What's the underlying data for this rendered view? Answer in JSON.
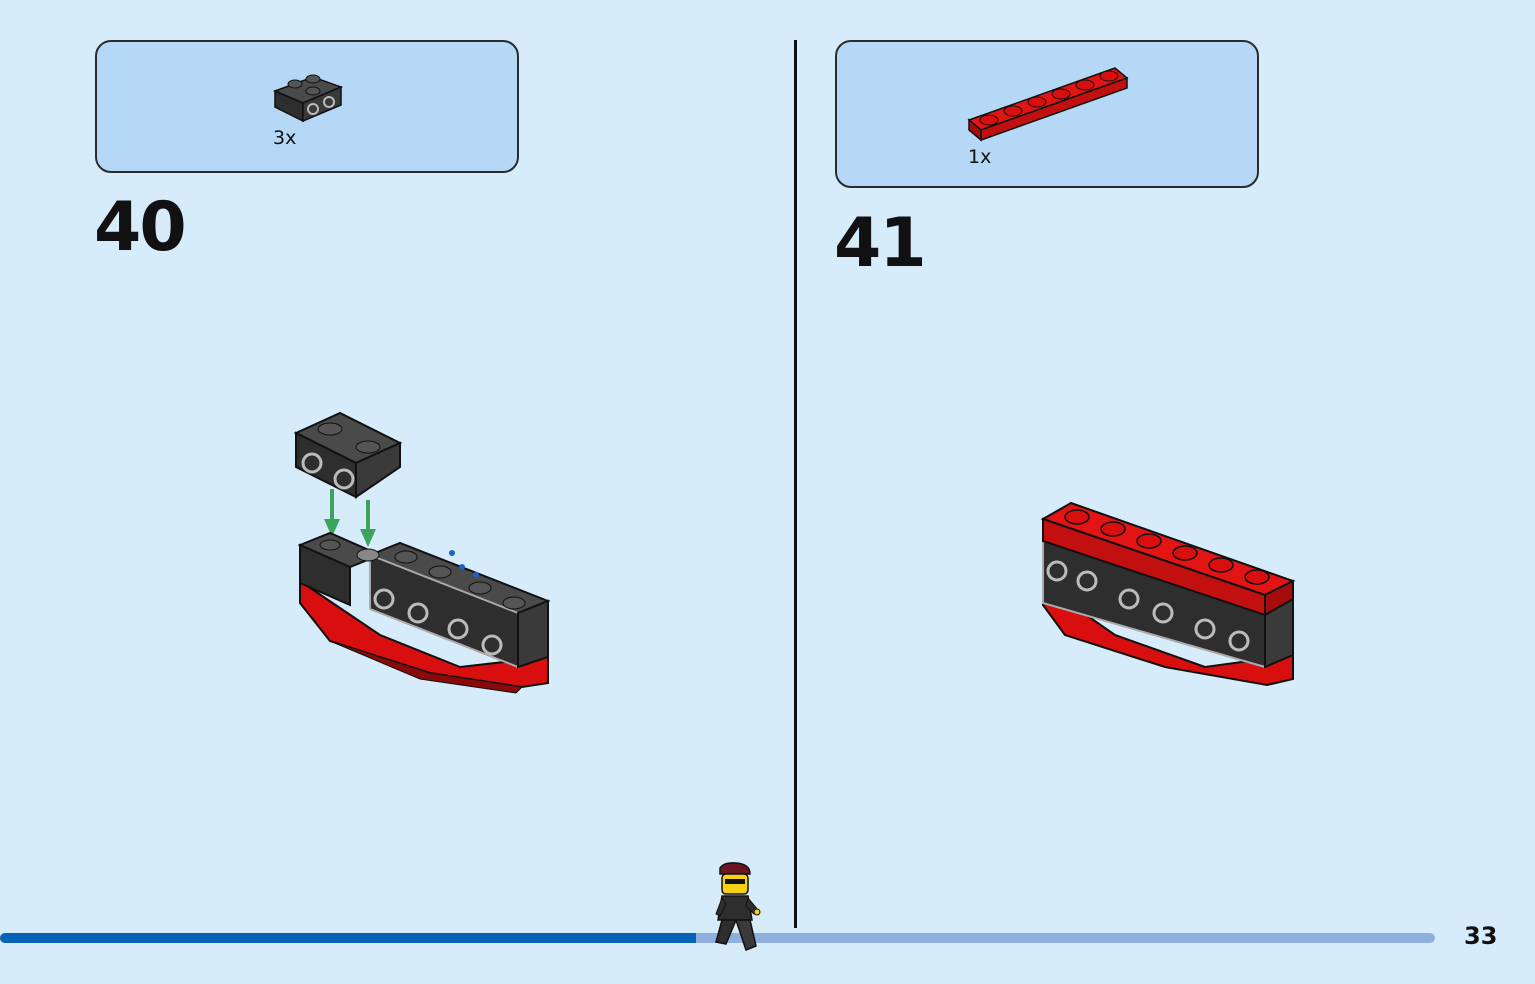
{
  "steps": [
    {
      "number": "40",
      "parts": [
        {
          "quantity": "3x",
          "part": "black-bracket-1x2-2x2"
        }
      ]
    },
    {
      "number": "41",
      "parts": [
        {
          "quantity": "1x",
          "part": "red-plate-1x6"
        }
      ]
    }
  ],
  "page": {
    "number": "33"
  },
  "progress": {
    "fraction": 0.485
  },
  "colors": {
    "background": "#d6ecfa",
    "parts_box": "#b4d8f5",
    "brick_black": "#2e2e2e",
    "brick_red": "#d90f0f",
    "arrow_green": "#3aa55a",
    "progress_fill": "#0763b5",
    "progress_track": "#8fb0de"
  }
}
